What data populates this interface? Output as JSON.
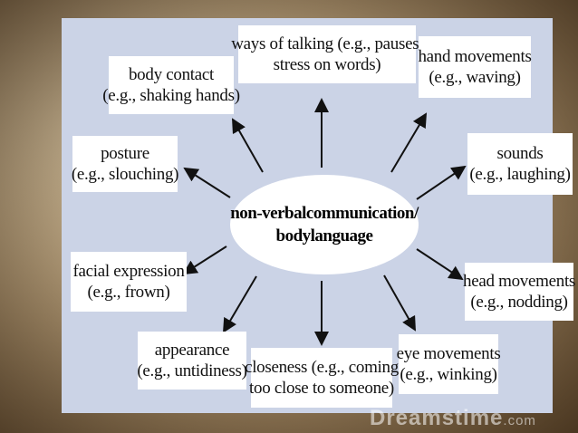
{
  "center": {
    "line1": "non-verbalcommunication/",
    "line2": "bodylanguage"
  },
  "items": {
    "talking": {
      "line1": "ways of talking (e.g., pauses,",
      "line2": "stress on words)"
    },
    "hand": {
      "line1": "hand movements",
      "line2": "(e.g., waving)"
    },
    "contact": {
      "line1": "body contact",
      "line2": "(e.g., shaking hands)"
    },
    "posture": {
      "line1": "posture",
      "line2": "(e.g., slouching)"
    },
    "sounds": {
      "line1": "sounds",
      "line2": "(e.g., laughing)"
    },
    "facial": {
      "line1": "facial expression",
      "line2": "(e.g., frown)"
    },
    "head": {
      "line1": "head movements",
      "line2": "(e.g., nodding)"
    },
    "appearance": {
      "line1": "appearance",
      "line2": "(e.g., untidiness)"
    },
    "closeness": {
      "line1": "closeness (e.g., coming",
      "line2": "too close to someone)"
    },
    "eye": {
      "line1": "eye movements",
      "line2": "(e.g., winking)"
    }
  },
  "watermark": {
    "brand": "Dreamstime",
    "suffix": ".com"
  },
  "colors": {
    "panel": "#cbd3e6",
    "box": "#ffffff",
    "arrow": "#111111"
  }
}
